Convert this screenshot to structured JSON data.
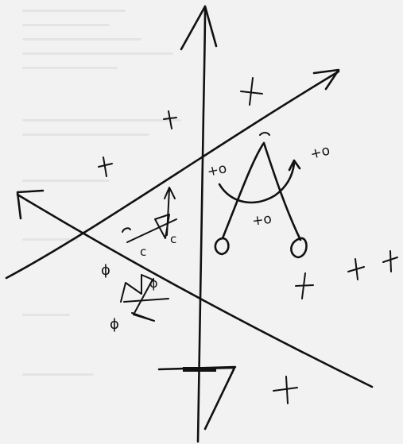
{
  "sketch": {
    "ink_color": "#111111",
    "paper_color": "#f2f2f2",
    "labels": {
      "to_left": "+o",
      "to_middle": "+o",
      "to_right": "+o",
      "c_left": "c",
      "c_right": "c",
      "phi_top": "ϕ",
      "phi_bottom": "ϕ",
      "phi_mid": "ϕ"
    },
    "marks": [
      "plus",
      "plus",
      "plus",
      "plus",
      "plus",
      "plus",
      "plus"
    ]
  }
}
